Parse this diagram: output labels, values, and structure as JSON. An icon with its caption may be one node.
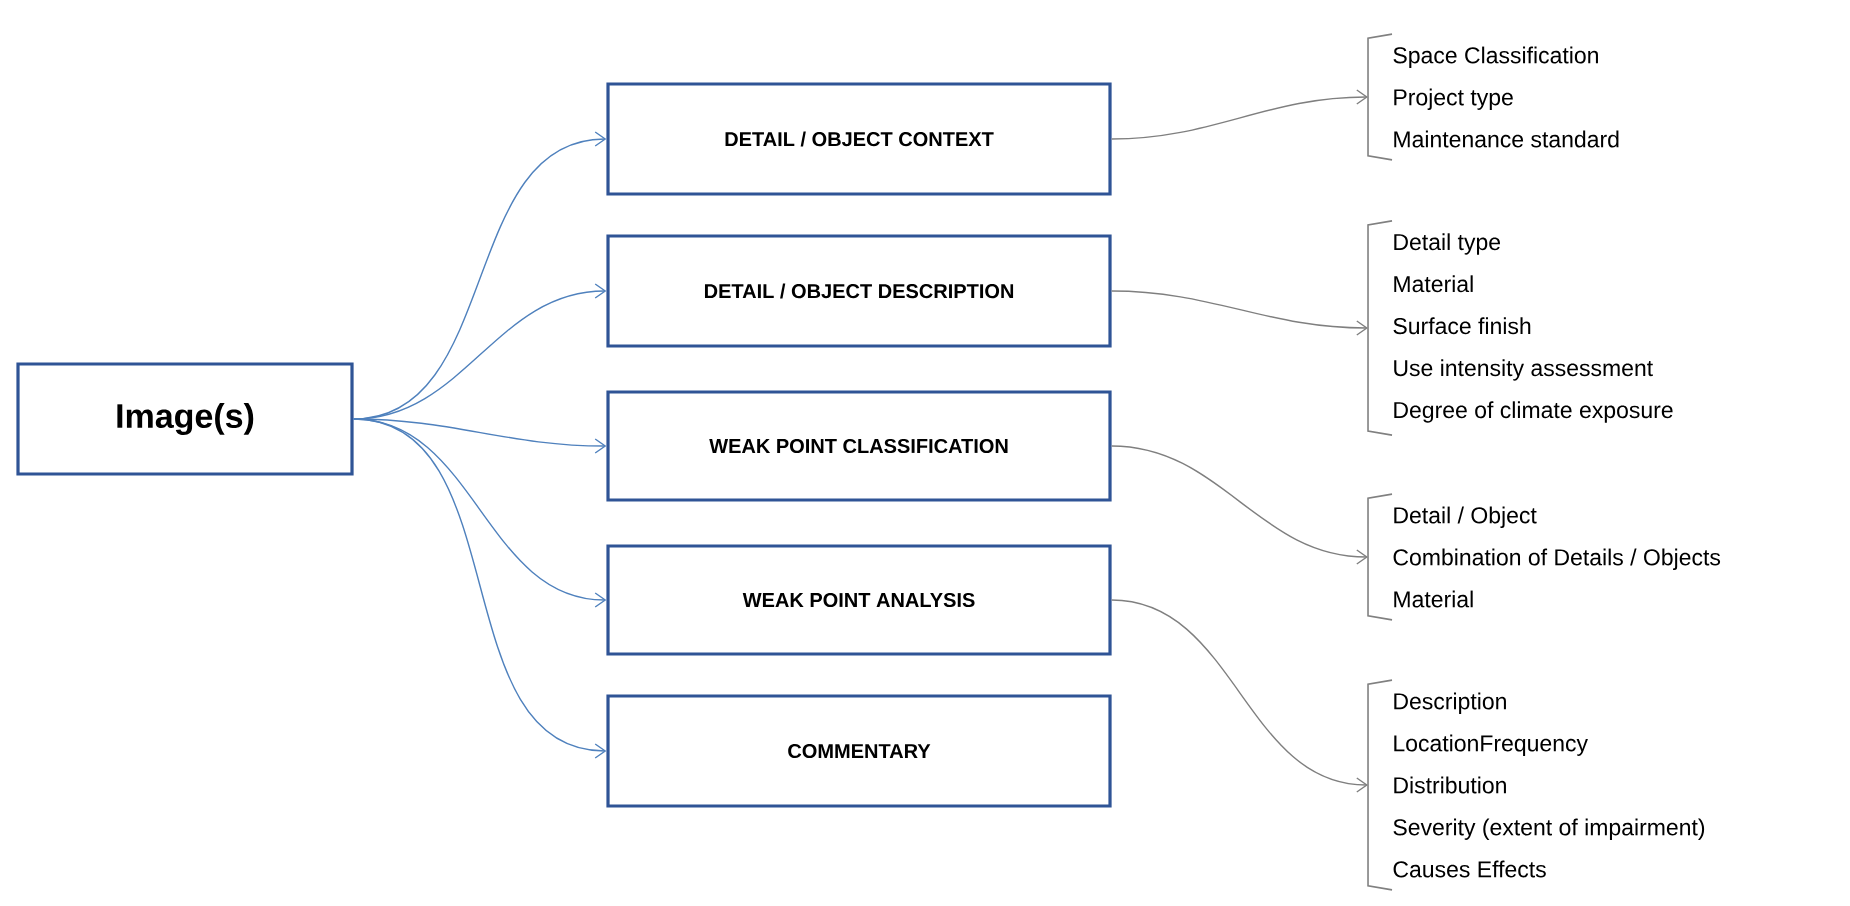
{
  "diagram": {
    "nodes": [
      {
        "text": [
          "Image(s)"
        ]
      },
      {
        "text": [
          "DETAIL / OBJECT CONTEXT"
        ]
      },
      {
        "text": [
          "DETAIL / OBJECT DESCRIPTION"
        ]
      },
      {
        "text": [
          "WEAK POINT CLASSIFICATION"
        ]
      },
      {
        "text": [
          "WEAK POINT ANALYSIS"
        ]
      },
      {
        "text": [
          "COMMENTARY"
        ]
      },
      {
        "text": [
          "Space Classification",
          "Project type",
          "Maintenance standard"
        ]
      },
      {
        "text": [
          "Detail type",
          "Material",
          "Surface finish",
          "Use intensity assessment",
          "Degree of climate exposure"
        ]
      },
      {
        "text": [
          "Detail / Object",
          "Combination of Details / Objects",
          "Material"
        ]
      },
      {
        "text": [
          "Description",
          "LocationFrequency",
          "Distribution",
          "Severity (extent of impairment)",
          "Causes Effects"
        ]
      }
    ],
    "edges": [
      {
        "from": 0,
        "to": 1,
        "arrow": "to"
      },
      {
        "from": 0,
        "to": 2,
        "arrow": "to"
      },
      {
        "from": 0,
        "to": 3,
        "arrow": "to"
      },
      {
        "from": 0,
        "to": 4,
        "arrow": "to"
      },
      {
        "from": 0,
        "to": 5,
        "arrow": "to"
      },
      {
        "from": 1,
        "to": 6,
        "arrow": "to",
        "color": "#7f7f7f"
      },
      {
        "from": 2,
        "to": 7,
        "arrow": "to",
        "color": "#7f7f7f"
      },
      {
        "from": 3,
        "to": 8,
        "arrow": "to",
        "color": "#7f7f7f"
      },
      {
        "from": 4,
        "to": 9,
        "arrow": "to",
        "color": "#7f7f7f"
      }
    ]
  }
}
